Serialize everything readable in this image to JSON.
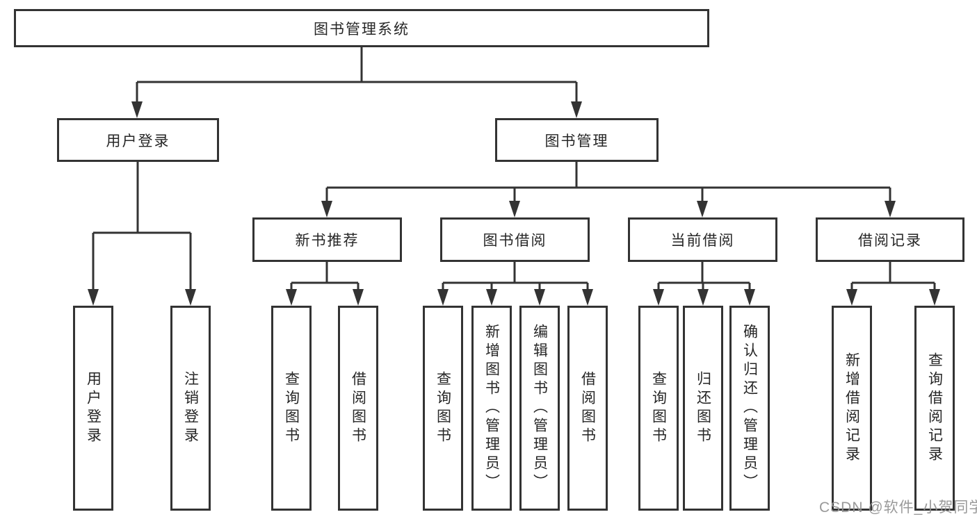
{
  "diagram_title": "图书管理系统",
  "watermark": "CSDN @软件_小贺同学",
  "colors": {
    "line": "#333333",
    "box_border": "#333333",
    "text": "#262626",
    "watermark": "#949494",
    "background": "#ffffff"
  },
  "nodes": {
    "root": {
      "label": "图书管理系统"
    },
    "user_login_group": {
      "label": "用户登录"
    },
    "book_mgmt": {
      "label": "图书管理"
    },
    "user_login": {
      "label": "用户登录"
    },
    "logout": {
      "label": "注销登录"
    },
    "new_book_rec": {
      "label": "新书推荐"
    },
    "book_borrow": {
      "label": "图书借阅"
    },
    "current_borrow": {
      "label": "当前借阅"
    },
    "borrow_records": {
      "label": "借阅记录"
    },
    "rec_query_books": {
      "label": "查询图书"
    },
    "rec_borrow_books": {
      "label": "借阅图书"
    },
    "bb_query_books": {
      "label": "查询图书"
    },
    "bb_add_books": {
      "label": "新增图书（管理员）"
    },
    "bb_edit_books": {
      "label": "编辑图书（管理员）"
    },
    "bb_borrow_books": {
      "label": "借阅图书"
    },
    "cb_query_books": {
      "label": "查询图书"
    },
    "cb_return_books": {
      "label": "归还图书"
    },
    "cb_confirm_return": {
      "label": "确认归还（管理员）"
    },
    "br_add_record": {
      "label": "新增借阅记录"
    },
    "br_query_record": {
      "label": "查询借阅记录"
    }
  }
}
